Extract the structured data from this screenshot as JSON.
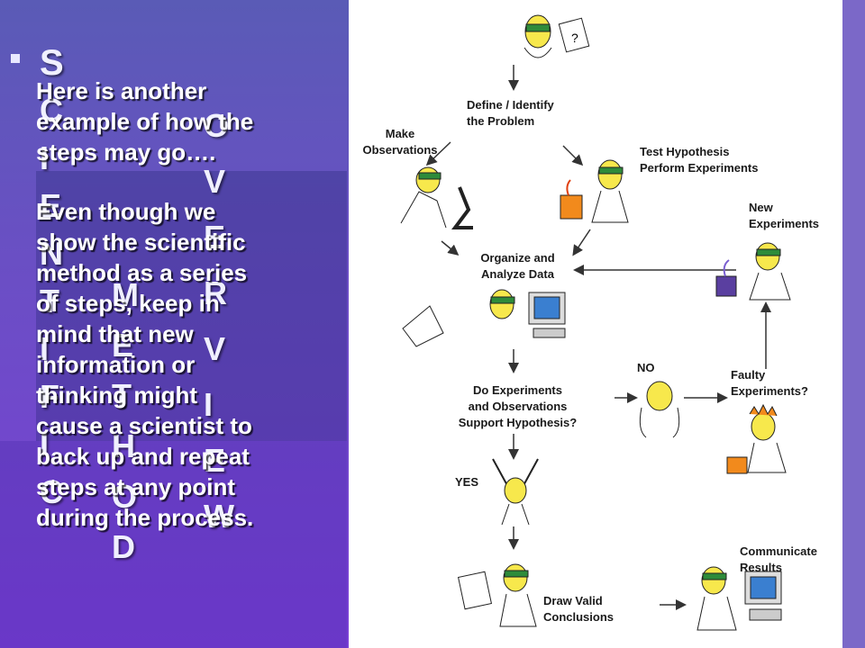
{
  "slide": {
    "bullet_letter": "S",
    "vertical_word_1": [
      "C",
      "I",
      "E",
      "N",
      "T",
      "I",
      "F",
      "I",
      "C"
    ],
    "vertical_word_2": [
      "M",
      "E",
      "T",
      "H",
      "O",
      "D"
    ],
    "vertical_word_3": [
      "O",
      "V",
      "E",
      "R",
      "V",
      "I",
      "E",
      "W"
    ],
    "paragraph_1": "Here is another\nexample of how the\nsteps may go….",
    "paragraph_2": "Even though we\nshow the scientific\nmethod as a series\nof steps, keep in\nmind that new\ninformation or\nthinking might\ncause a scientist to\nback up and repeat\nsteps at any point\nduring the process."
  },
  "diagram": {
    "define": "Define / Identify\nthe Problem",
    "observe": "Make\nObservations",
    "test": "Test Hypothesis\nPerform Experiments",
    "new_exp": "New\nExperiments",
    "organize": "Organize and\nAnalyze Data",
    "no": "NO",
    "faulty": "Faulty\nExperiments?",
    "support": "Do Experiments\nand Observations\nSupport Hypothesis?",
    "yes": "YES",
    "communicate": "Communicate\nResults",
    "draw": "Draw Valid\nConclusions"
  }
}
